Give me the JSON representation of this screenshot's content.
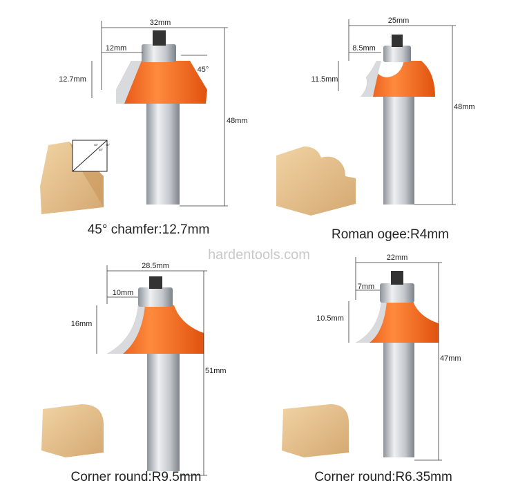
{
  "watermark": "hardentools.com",
  "colors": {
    "orange": "#f26a22",
    "steel": "#c9cdd2",
    "wood": "#e2bf8c"
  },
  "bits": [
    {
      "caption": "45° chamfer:12.7mm",
      "width": "32mm",
      "bearing": "12mm",
      "cut_height": "12.7mm",
      "total_height": "48mm",
      "angle": "45°",
      "inset_angles": [
        "45°",
        "90°",
        "45°"
      ]
    },
    {
      "caption": "Roman ogee:R4mm",
      "width": "25mm",
      "bearing": "8.5mm",
      "cut_height": "11.5mm",
      "total_height": "48mm"
    },
    {
      "caption": "Corner round:R9.5mm",
      "width": "28.5mm",
      "bearing": "10mm",
      "cut_height": "16mm",
      "total_height": "51mm"
    },
    {
      "caption": "Corner round:R6.35mm",
      "width": "22mm",
      "bearing": "7mm",
      "cut_height": "10.5mm",
      "total_height": "47mm"
    }
  ]
}
